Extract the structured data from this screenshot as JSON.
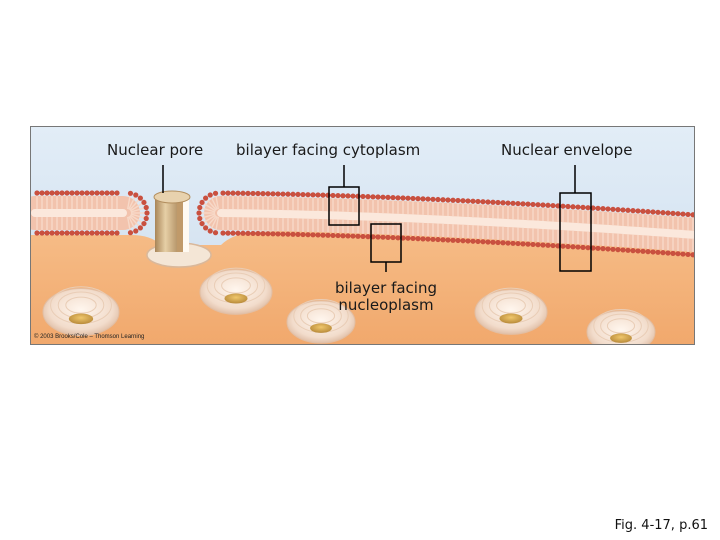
{
  "labels": {
    "nuclear_pore": "Nuclear pore",
    "bilayer_cytoplasm": "bilayer facing cytoplasm",
    "nuclear_envelope": "Nuclear envelope",
    "bilayer_nucleoplasm_line1": "bilayer facing",
    "bilayer_nucleoplasm_line2": "nucleoplasm"
  },
  "credit": "© 2003 Brooks/Cole – Thomson Learning",
  "caption": "Fig. 4-17, p.61",
  "colors": {
    "cytoplasm": "#d6e4f2",
    "nucleoplasm": "#f3b27a",
    "lipid_head": "#c9503f",
    "lipid_tail": "#f7d9c8",
    "pore": "#c9a87a",
    "callout": "#000000"
  }
}
